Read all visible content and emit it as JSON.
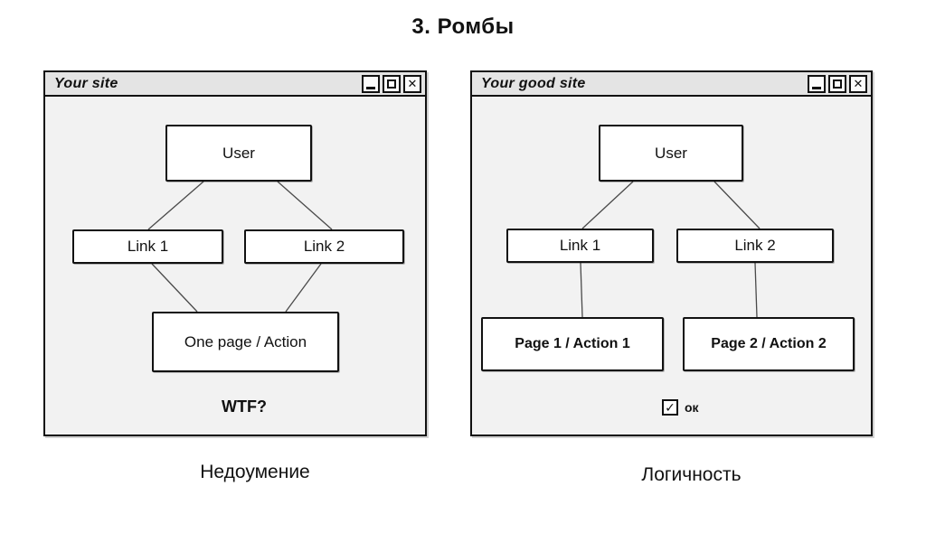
{
  "page": {
    "title": "3. Ромбы",
    "left_caption": "Недоумение",
    "right_caption": "Логичность"
  },
  "icons": {
    "minimize": "_",
    "maximize": "□",
    "close": "✕",
    "check": "✓"
  },
  "left_window": {
    "title": "Your site",
    "nodes": {
      "user": "User",
      "link1": "Link 1",
      "link2": "Link 2",
      "action": "One page / Action"
    },
    "note": "WTF?"
  },
  "right_window": {
    "title": "Your good site",
    "nodes": {
      "user": "User",
      "link1": "Link 1",
      "link2": "Link 2",
      "page1": "Page 1 / Action 1",
      "page2": "Page 2 / Action 2"
    },
    "checkbox": {
      "checked": true,
      "label": "ок"
    }
  },
  "colors": {
    "window_bg": "#f2f2f2",
    "titlebar_bg": "#e4e4e4",
    "border": "#111111",
    "connector": "#4a4a4a"
  }
}
